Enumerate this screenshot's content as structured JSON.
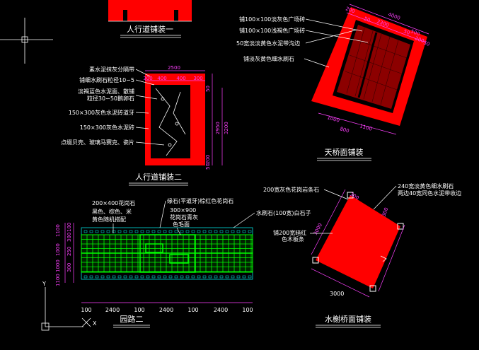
{
  "drawings": {
    "sidewalk1": {
      "title": "人行道铺装一"
    },
    "sidewalk2": {
      "title": "人行道铺装二",
      "notes": [
        "素水泥抹灰分隔带",
        "铺细水刷石粒径10∽5",
        "淡褐蓝色水泥面、散铺",
        "粒径30∽50鹅卵石",
        "150×300灰色水泥砖道牙",
        "150×300灰色水泥砖",
        "点缀贝壳、玻璃马赛克、瓷片"
      ],
      "dims_top": [
        "2500",
        "300",
        "400",
        "400",
        "300"
      ],
      "dims_right": [
        "50",
        "3200",
        "2950",
        "200",
        "50"
      ]
    },
    "bridge": {
      "title": "天桥面铺装",
      "notes": [
        "铺100×100淡灰色广场砖",
        "铺100×100浅褐色广场砖",
        "50宽淡淡黄色水泥带沟边",
        "铺淡灰黄色细水刷石"
      ],
      "dims_top": [
        "4000",
        "200",
        "50",
        "2300",
        "50",
        "500",
        "200",
        "50"
      ],
      "dims_bottom": [
        "1000",
        "1100",
        "800"
      ]
    },
    "road": {
      "title": "园路二",
      "notes": [
        "200×400花岗石",
        "黑色、棕色、米",
        "黄色随机搭配",
        "缘石(平道牙)棕红色花岗石",
        "300×900",
        "花岗石青灰",
        "色毛面",
        "水刷石(100宽)白石子"
      ],
      "dims_left": [
        "1100",
        "100",
        "300",
        "1000",
        "250",
        "1000",
        "300",
        "1100"
      ],
      "dims_bottom": [
        "100",
        "2400",
        "100",
        "2400",
        "100",
        "2400",
        "100"
      ]
    },
    "pavilion": {
      "title": "水榭桥面铺装",
      "notes": [
        "200宽灰色花岗岩条石",
        "240宽淡黄色细水刷石",
        "两边40宽同色水泥带收边",
        "铺200宽暗红",
        "色木板条"
      ],
      "dims": [
        "300",
        "3000",
        "3000",
        "300"
      ]
    }
  },
  "ucs": {
    "y_label": "Y",
    "x_label": "X"
  },
  "colors": {
    "background": "#000000",
    "hatch_red": "#ff0000",
    "dimension": "#ff40ff",
    "text": "#ffffff",
    "tile": "#00ff00",
    "edge": "#00ffff"
  }
}
